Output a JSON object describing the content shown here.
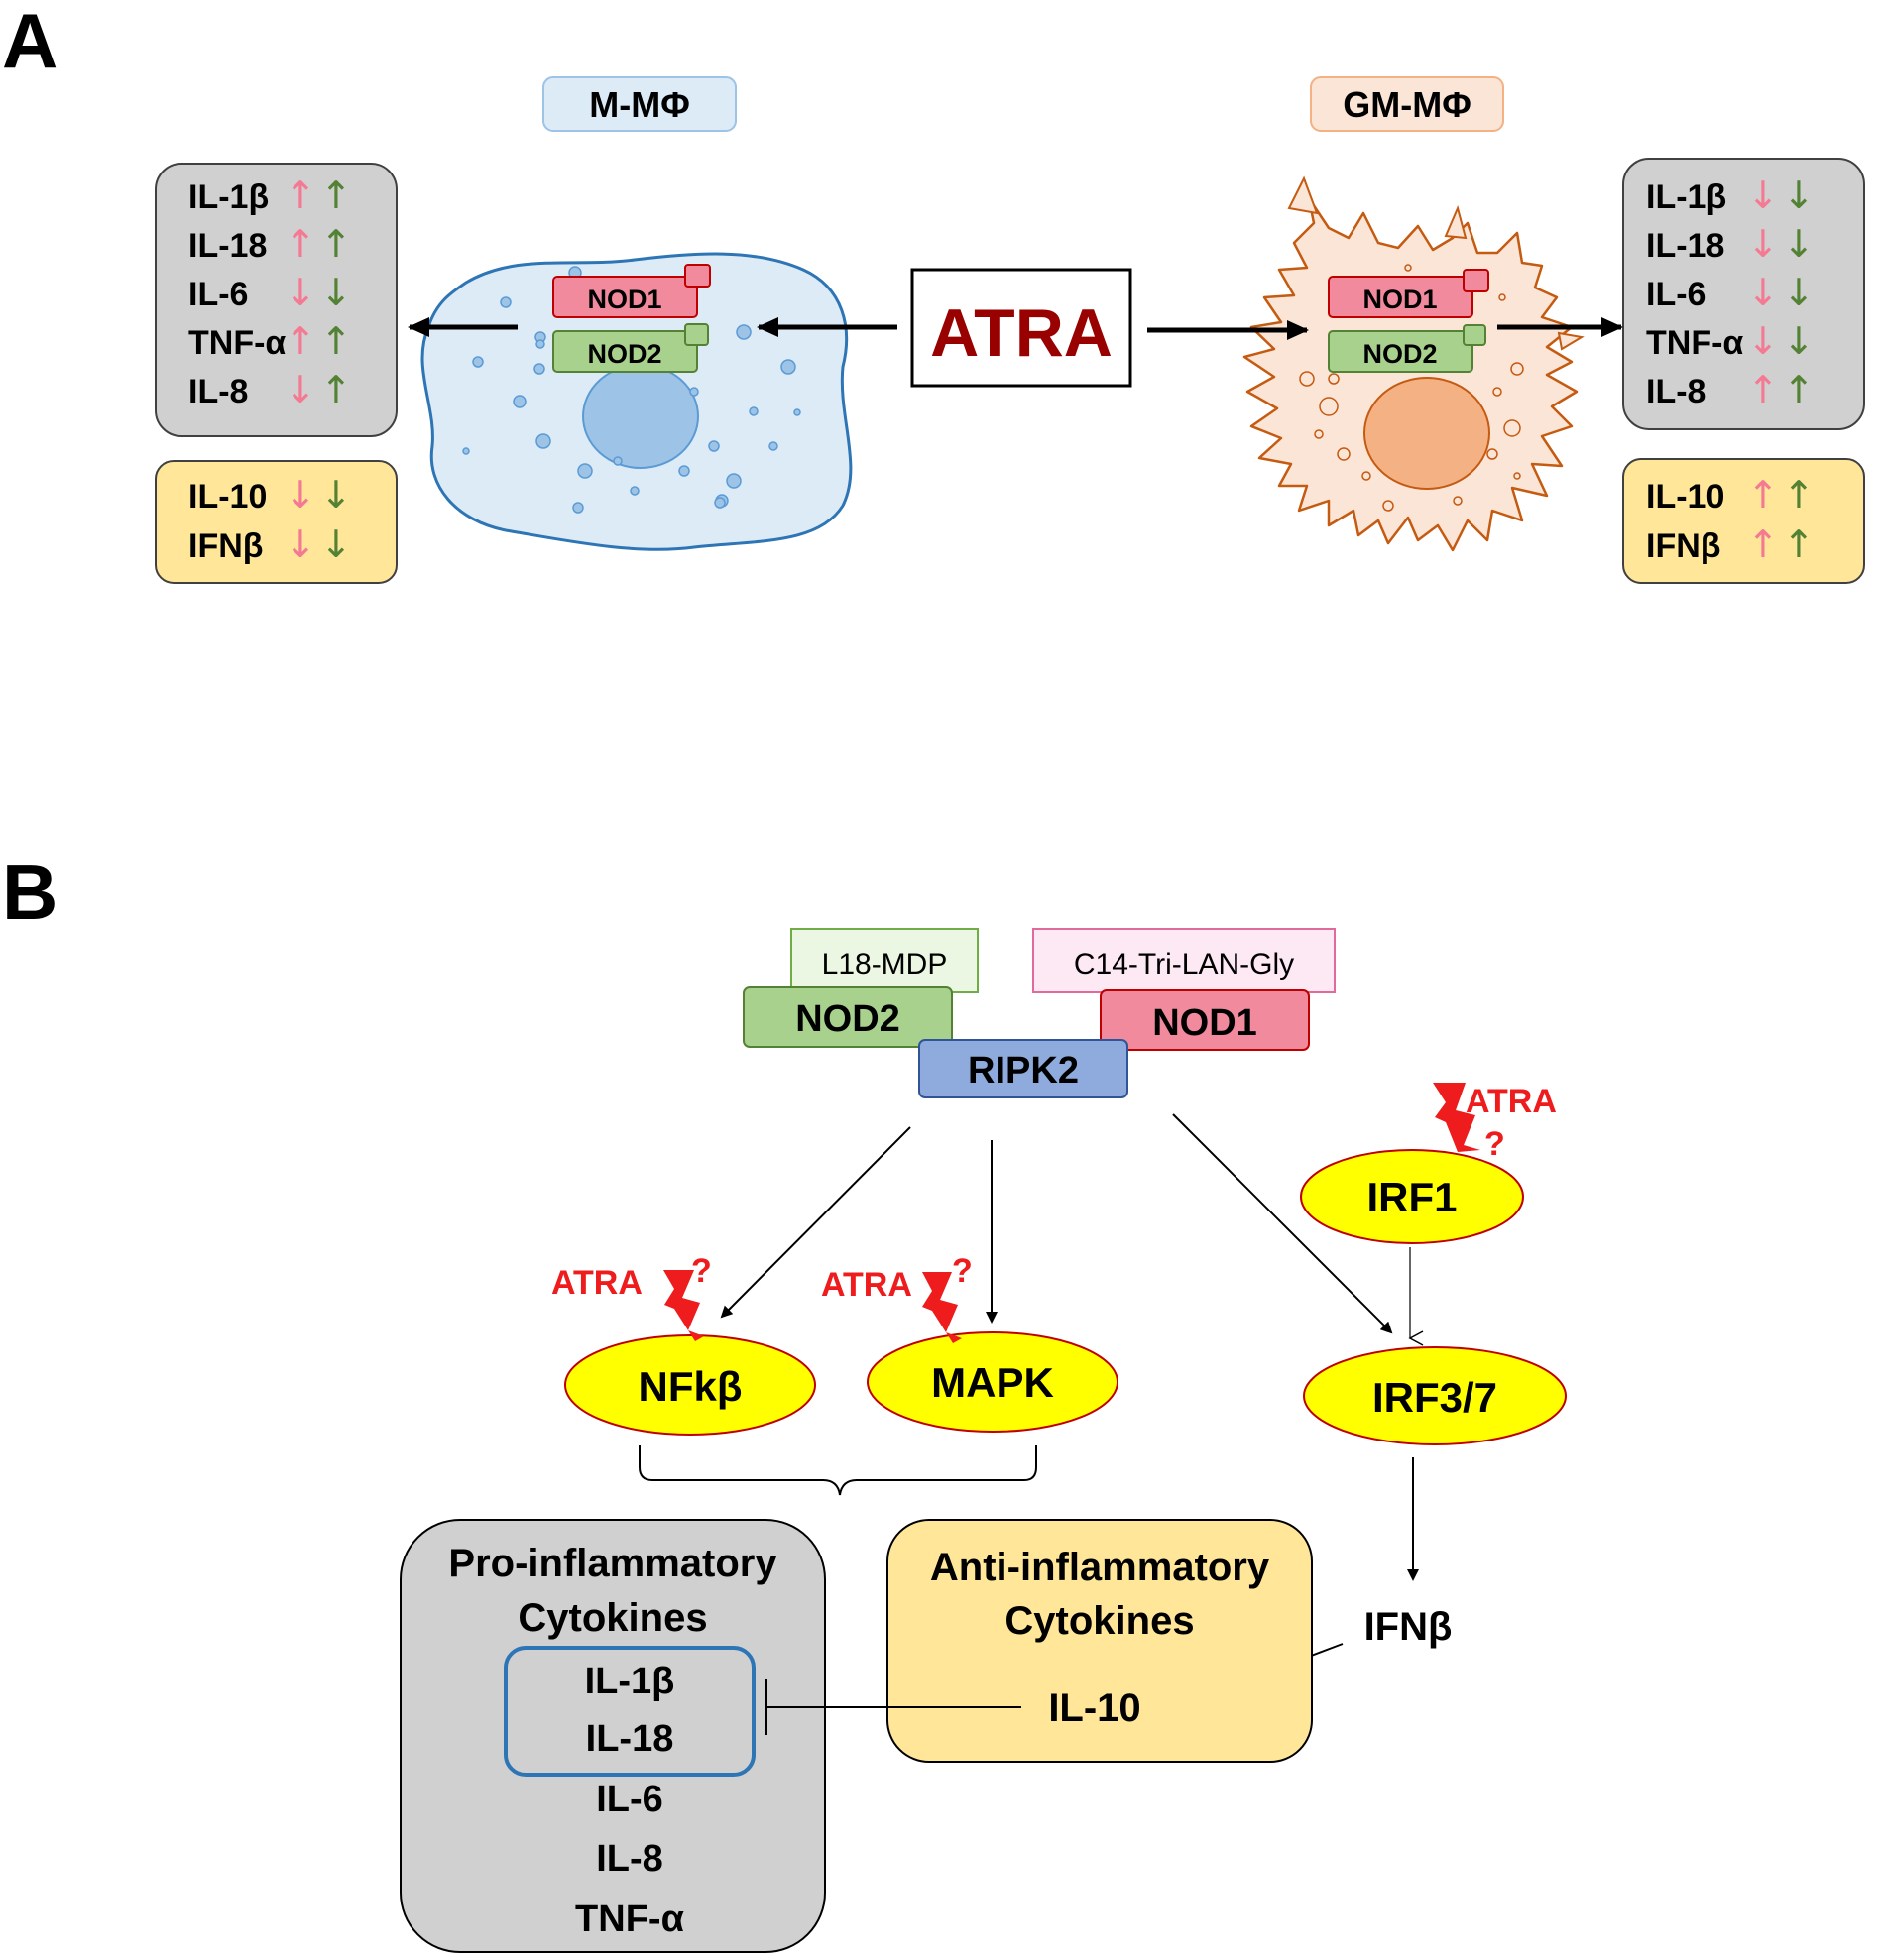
{
  "panel_a": {
    "label": "A",
    "cell_left_label": "M-MΦ",
    "cell_right_label": "GM-MΦ",
    "center_label": "ATRA",
    "receptor_top": "NOD1",
    "receptor_bottom": "NOD2",
    "left_pro": [
      {
        "name": "IL-1β",
        "red": "↑",
        "green": "↑"
      },
      {
        "name": "IL-18",
        "red": "↑",
        "green": "↑"
      },
      {
        "name": "IL-6",
        "red": "↓",
        "green": "↓"
      },
      {
        "name": "TNF-α",
        "red": "↑",
        "green": "↑"
      },
      {
        "name": "IL-8",
        "red": "↓",
        "green": "↑"
      }
    ],
    "left_anti": [
      {
        "name": "IL-10",
        "red": "↓",
        "green": "↓"
      },
      {
        "name": "IFNβ",
        "red": "↓",
        "green": "↓"
      }
    ],
    "right_pro": [
      {
        "name": "IL-1β",
        "red": "↓",
        "green": "↓"
      },
      {
        "name": "IL-18",
        "red": "↓",
        "green": "↓"
      },
      {
        "name": "IL-6",
        "red": "↓",
        "green": "↓"
      },
      {
        "name": "TNF-α",
        "red": "↓",
        "green": "↓"
      },
      {
        "name": "IL-8",
        "red": "↑",
        "green": "↑"
      }
    ],
    "right_anti": [
      {
        "name": "IL-10",
        "red": "↑",
        "green": "↑"
      },
      {
        "name": "IFNβ",
        "red": "↑",
        "green": "↑"
      }
    ]
  },
  "panel_b": {
    "label": "B",
    "l18_mdp": "L18-MDP",
    "c14": "C14-Tri-LAN-Gly",
    "nod2": "NOD2",
    "nod1": "NOD1",
    "ripk2": "RIPK2",
    "atra": "ATRA",
    "question": "?",
    "irf1": "IRF1",
    "nfkb": "NFkβ",
    "mapk": "MAPK",
    "irf37": "IRF3/7",
    "ifnb": "IFNβ",
    "pro_title_1": "Pro-inflammatory",
    "pro_title_2": "Cytokines",
    "pro_items": [
      "IL-1β",
      "IL-18",
      "IL-6",
      "IL-8",
      "TNF-α"
    ],
    "anti_title_1": "Anti-inflammatory",
    "anti_title_2": "Cytokines",
    "anti_item": "IL-10"
  },
  "colors": {
    "nod1": "#f08a9c",
    "nod2": "#a9d18e",
    "ripk2": "#8faadc",
    "yellow_node": "#ffff00",
    "gray_box": "#d0d0d0",
    "cream_box": "#ffe699",
    "arrow_red": "#f47a94",
    "arrow_green": "#548235",
    "atra_dark_red": "#990000",
    "atra_bright_red": "#ee1c1c"
  }
}
